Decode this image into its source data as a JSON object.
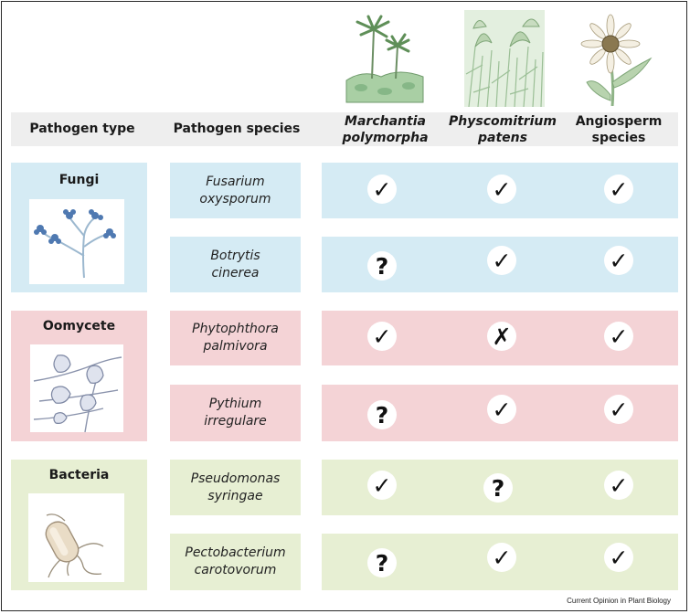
{
  "headers": {
    "pathogen_type": "Pathogen type",
    "pathogen_species": "Pathogen species",
    "marchantia": [
      "Marchantia",
      "polymorpha"
    ],
    "physcomitrium": [
      "Physcomitrium",
      "patens"
    ],
    "angiosperm": [
      "Angiosperm",
      "species"
    ]
  },
  "groups": [
    {
      "type": "Fungi",
      "color": "#d5ebf4",
      "species": [
        {
          "line1": "Fusarium",
          "line2": "oxysporum",
          "marks": [
            "✓",
            "✓",
            "✓"
          ]
        },
        {
          "line1": "Botrytis",
          "line2": "cinerea",
          "marks": [
            "?",
            "✓",
            "✓"
          ]
        }
      ]
    },
    {
      "type": "Oomycete",
      "color": "#f4d3d6",
      "species": [
        {
          "line1": "Phytophthora",
          "line2": "palmivora",
          "marks": [
            "✓",
            "✗",
            "✓"
          ]
        },
        {
          "line1": "Pythium",
          "line2": "irregulare",
          "marks": [
            "?",
            "✓",
            "✓"
          ]
        }
      ]
    },
    {
      "type": "Bacteria",
      "color": "#e7efd3",
      "species": [
        {
          "line1": "Pseudomonas",
          "line2": "syringae",
          "marks": [
            "✓",
            "?",
            "✓"
          ]
        },
        {
          "line1": "Pectobacterium",
          "line2": "carotovorum",
          "marks": [
            "?",
            "✓",
            "✓"
          ]
        }
      ]
    }
  ],
  "icons": {
    "plants": [
      "marchantia-plant-icon",
      "physcomitrium-moss-icon",
      "angiosperm-flower-icon"
    ],
    "pathogens": [
      "fungal-hyphae-icon",
      "oomycete-sporangia-icon",
      "rod-bacterium-icon"
    ]
  },
  "credit": "Current Opinion in Plant Biology"
}
